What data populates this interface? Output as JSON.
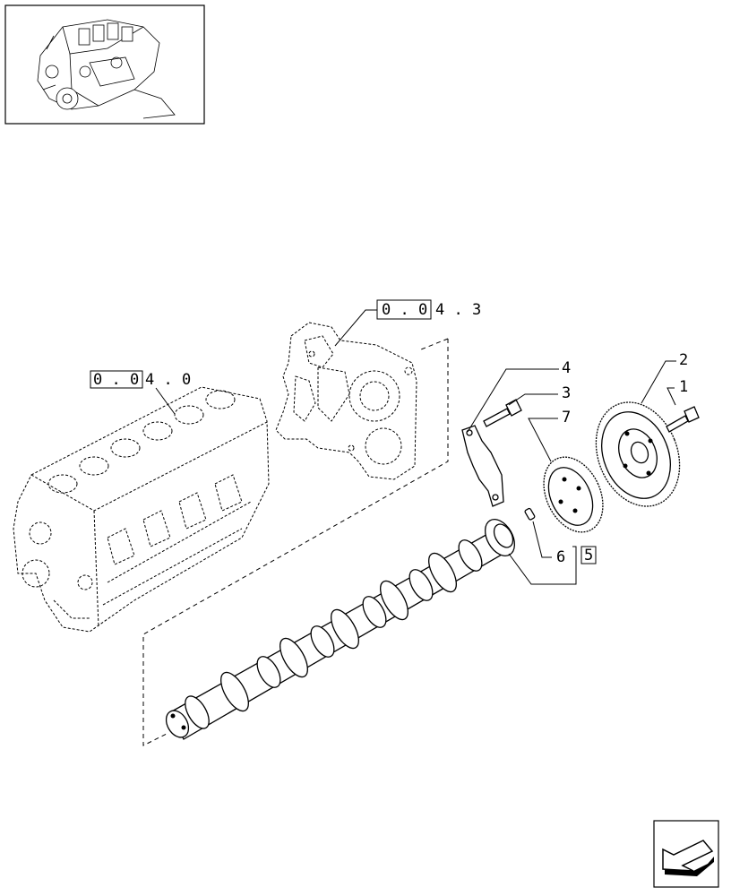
{
  "thumbnail": {
    "icon": "engine-overview-icon"
  },
  "references": [
    {
      "boxed": "0 . 0",
      "rest": "4 . 3"
    },
    {
      "boxed": "0 . 0",
      "rest": "4 . 0"
    }
  ],
  "callouts": {
    "c1": "1",
    "c2": "2",
    "c3": "3",
    "c4": "4",
    "c5": "5",
    "c6": "6",
    "c7": "7"
  },
  "nav": {
    "icon": "next-page-arrow-icon"
  }
}
